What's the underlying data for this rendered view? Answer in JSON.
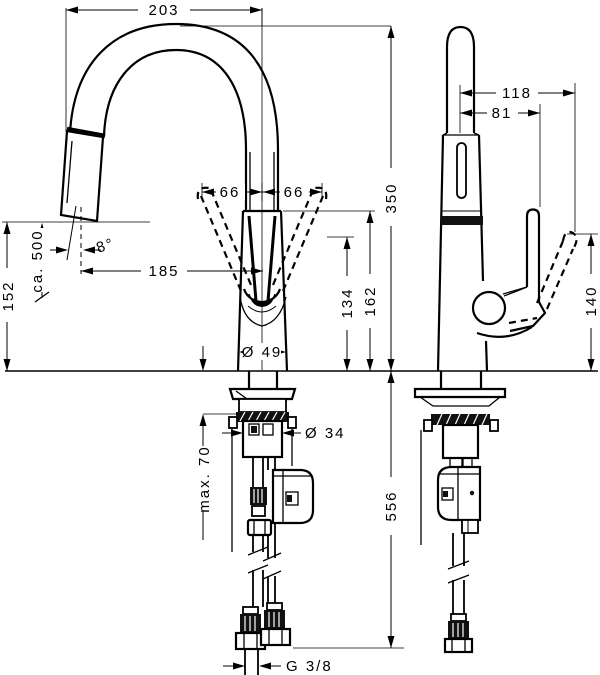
{
  "colors": {
    "line": "#000000",
    "background": "#ffffff"
  },
  "dimensions": {
    "spout_reach": "203",
    "height_above_counter": "350",
    "handle_reach": "118",
    "handle_offset": "81",
    "swivel_left": "66",
    "swivel_right": "66",
    "outlet_to_center": "185",
    "spray_angle": "8°",
    "hose_length": "ca. 500",
    "outlet_height": "152",
    "handle_height_low": "134",
    "handle_height": "162",
    "handle_height_side": "140",
    "body_diameter": "Ø 49",
    "shank_diameter": "Ø 34",
    "max_counter_thickness": "max. 70",
    "hose_below": "556",
    "thread": "G 3/8"
  }
}
